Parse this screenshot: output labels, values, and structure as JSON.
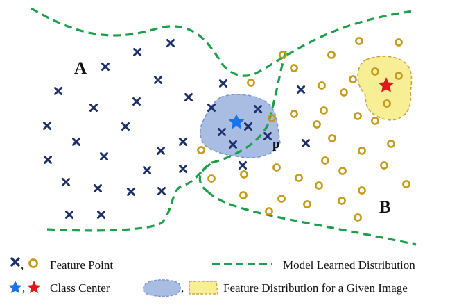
{
  "diagram": {
    "regions": [
      {
        "id": "region-a",
        "label": "A"
      },
      {
        "id": "region-b",
        "label": "B"
      }
    ],
    "point_label": "p",
    "colors": {
      "class_a_marker": "#1c2f6b",
      "class_b_marker": "#c49a1b",
      "class_a_center": "#1a73e8",
      "class_b_center": "#e01818",
      "boundary": "#1f9e4b",
      "blue_fill": "#a9bde3",
      "blue_stroke": "#7b97d1",
      "yellow_fill": "#f7ee96",
      "yellow_stroke": "#c9a53a"
    }
  },
  "legend": {
    "feature_point": {
      "sep": ",",
      "text": "Feature Point"
    },
    "model_distribution": {
      "text": "Model Learned Distribution"
    },
    "class_center": {
      "sep": ",",
      "text": "Class Center"
    },
    "feature_distribution": {
      "sep": ",",
      "text": "Feature Distribution for a Given Image"
    }
  }
}
